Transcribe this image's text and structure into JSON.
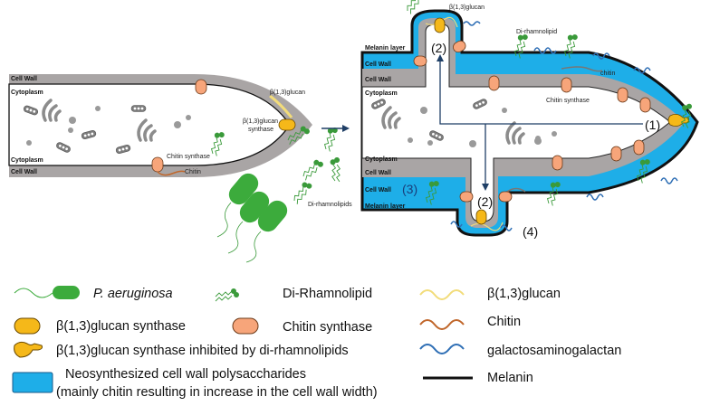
{
  "colors": {
    "cell_wall_grey": "#a9a5a5",
    "neo_wall_blue": "#1eaee8",
    "melanin": "#111111",
    "glucan_synthase": "#f5b819",
    "chitin_synthase": "#f7a57a",
    "pseudomonas": "#3cab3c",
    "rhamnolipid": "#3a9a3a",
    "glucan_fiber": "#f2dc7a",
    "chitin_fiber": "#c0662a",
    "gag_fiber": "#2f6fb5",
    "arrow": "#1f3f66",
    "organelle": "#8a8a8a"
  },
  "left_hypha": {
    "cell_wall_top": "Cell Wall",
    "cytoplasm_top": "Cytoplasm",
    "cytoplasm_bottom": "Cytoplasm",
    "cell_wall_bottom": "Cell Wall",
    "glucan_label": "β(1,3)glucan",
    "glucan_synthase_label_1": "β(1,3)glucan",
    "glucan_synthase_label_2": "synthase",
    "chitin_synthase_label": "Chitin synthase",
    "chitin_label": "Chitin"
  },
  "bacteria_area": {
    "rhamnolipids_label": "Di-rhamnolipids"
  },
  "right_hypha": {
    "glucan_label": "β(1,3)glucan",
    "rhamnolipid_label": "Di-rhamnolipid",
    "melanin_layer_top": "Melanin layer",
    "cell_wall_blue_top": "Cell Wall",
    "cell_wall_grey_top": "Cell Wall",
    "cytoplasm_top": "Cytoplasm",
    "chitin_label": "chitin",
    "chitin_synthase_label": "Chitin synthase",
    "cytoplasm_bottom": "Cytoplasm",
    "cell_wall_grey_bottom": "Cell Wall",
    "cell_wall_blue_bottom": "Cell Wall",
    "melanin_layer_bottom": "Melanin layer",
    "marker_1": "(1)",
    "marker_2_top": "(2)",
    "marker_2_bottom": "(2)",
    "marker_3": "(3)",
    "marker_4": "(4)"
  },
  "legend": {
    "items": [
      {
        "label": "P. aeruginosa",
        "icon": "pseudomonas-icon"
      },
      {
        "label": "Di-Rhamnolipid",
        "icon": "rhamnolipid-icon"
      },
      {
        "label": "β(1,3)glucan",
        "icon": "glucan-fiber-icon"
      },
      {
        "label": "β(1,3)glucan synthase",
        "icon": "glucan-synthase-icon"
      },
      {
        "label": "Chitin synthase",
        "icon": "chitin-synthase-icon"
      },
      {
        "label": "Chitin",
        "icon": "chitin-fiber-icon"
      },
      {
        "label": "β(1,3)glucan synthase inhibited by di-rhamnolipids",
        "icon": "inhibited-synthase-icon"
      },
      {
        "label": "galactosaminogalactan",
        "icon": "gag-fiber-icon"
      },
      {
        "label": "Neosynthesized cell wall polysaccharides",
        "label_line2": "(mainly chitin resulting in increase in the cell wall width)",
        "icon": "neo-wall-icon"
      },
      {
        "label": "Melanin",
        "icon": "melanin-icon"
      }
    ]
  }
}
